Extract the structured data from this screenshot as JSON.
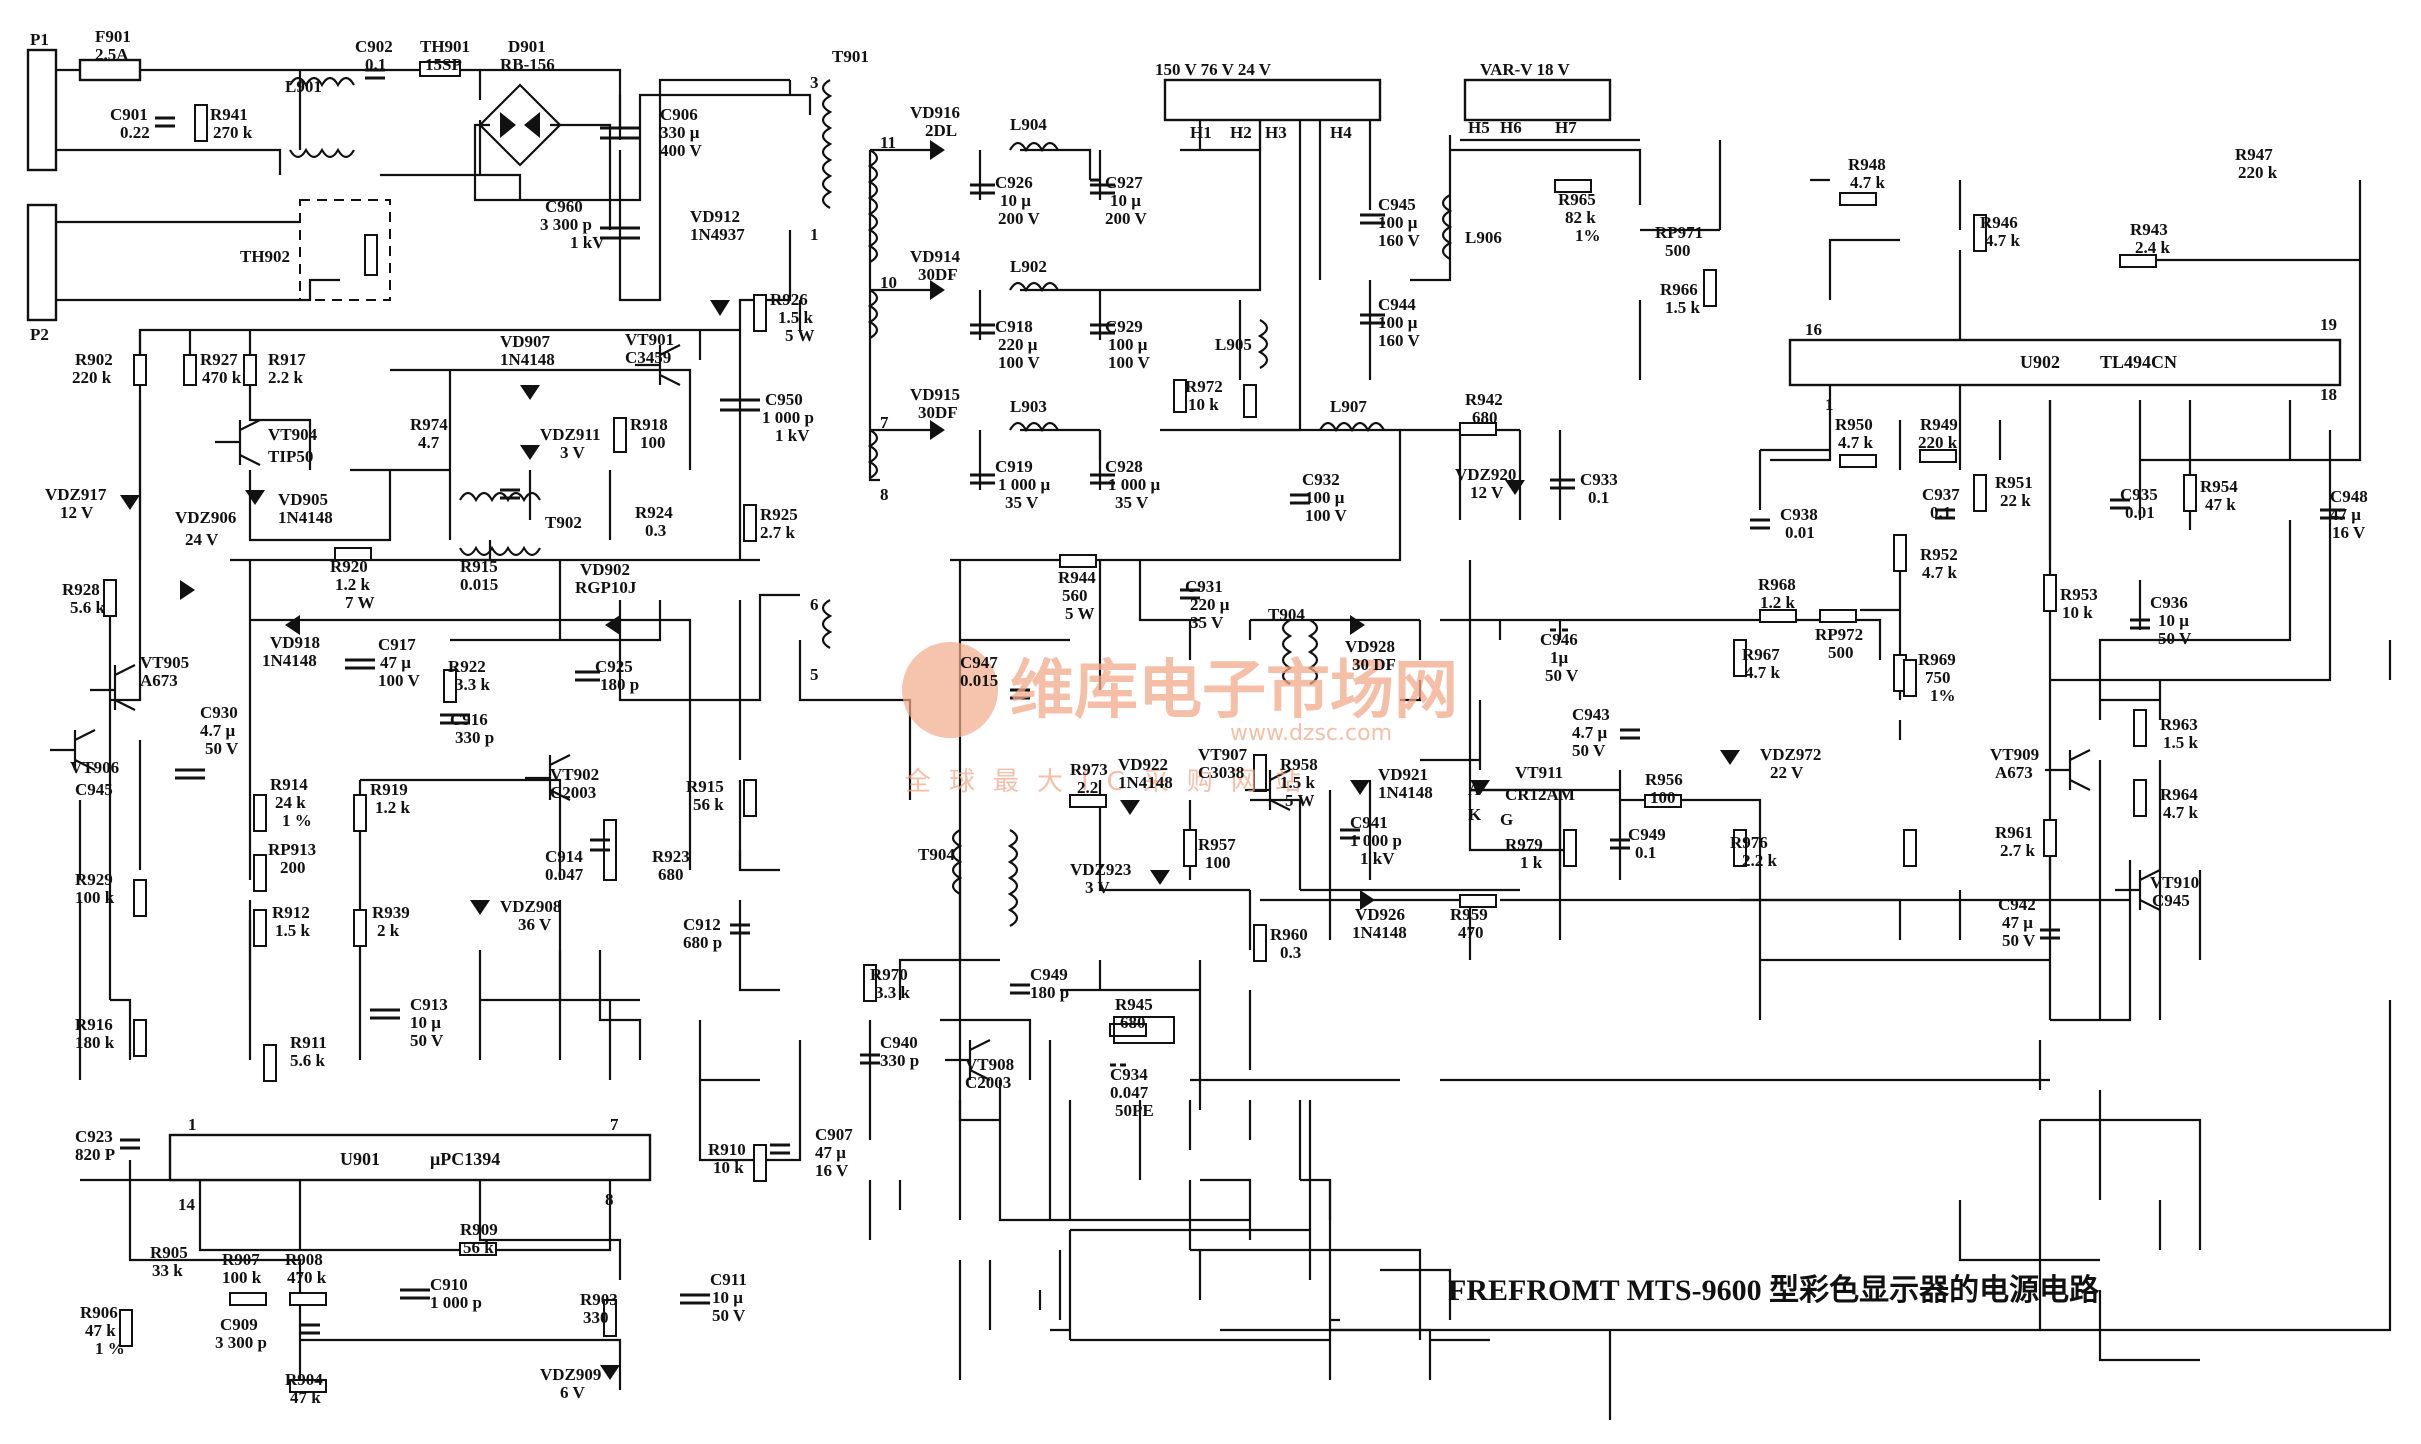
{
  "caption": "FREFROMT MTS-9600 型彩色显示器的电源电路",
  "watermark": {
    "brand": "维库电子市场网",
    "slogan": "全球最大IC采购网站",
    "url": "www.dzsc.com"
  },
  "ics": {
    "u901": {
      "ref": "U901",
      "part": "μPC1394"
    },
    "u902": {
      "ref": "U902",
      "part": "TL494CN"
    }
  },
  "connectors": {
    "p1": "P1",
    "p2": "P2",
    "top1": "150 V  76 V 24 V",
    "top2": "VAR-V  18 V",
    "h1": "H1",
    "h2": "H2",
    "h3": "H3",
    "h4": "H4",
    "h5": "H5",
    "h6": "H6",
    "h7": "H7"
  },
  "pins": {
    "t901_3": "3",
    "t901_1": "1",
    "t901_6": "6",
    "t901_5": "5",
    "t901_11": "11",
    "t901_10": "10",
    "t901_7": "7",
    "t901_8": "8",
    "u901_1": "1",
    "u901_14": "14",
    "u901_7": "7",
    "u901_8": "8",
    "u902_16": "16",
    "u902_1": "1",
    "u902_19": "19",
    "u902_18": "18",
    "scr_a": "A",
    "scr_k": "K",
    "scr_g": "G"
  },
  "labels": [
    {
      "id": "f901",
      "t": "F901"
    },
    {
      "id": "f901v",
      "t": "2.5A"
    },
    {
      "id": "c901",
      "t": "C901"
    },
    {
      "id": "c901v",
      "t": "0.22"
    },
    {
      "id": "r941",
      "t": "R941"
    },
    {
      "id": "r941v",
      "t": "270 k"
    },
    {
      "id": "l901",
      "t": "L901"
    },
    {
      "id": "c902",
      "t": "C902"
    },
    {
      "id": "c902v",
      "t": "0.1"
    },
    {
      "id": "th901",
      "t": "TH901"
    },
    {
      "id": "th901v",
      "t": "15SP"
    },
    {
      "id": "d901",
      "t": "D901"
    },
    {
      "id": "d901v",
      "t": "RB-156"
    },
    {
      "id": "t901",
      "t": "T901"
    },
    {
      "id": "c906",
      "t": "C906"
    },
    {
      "id": "c906v1",
      "t": "330 μ"
    },
    {
      "id": "c906v2",
      "t": "400 V"
    },
    {
      "id": "c960",
      "t": "C960"
    },
    {
      "id": "c960v1",
      "t": "3 300 p"
    },
    {
      "id": "c960v2",
      "t": "1 kV"
    },
    {
      "id": "th902",
      "t": "TH902"
    },
    {
      "id": "vd912",
      "t": "VD912"
    },
    {
      "id": "vd912v",
      "t": "1N4937"
    },
    {
      "id": "r926",
      "t": "R926"
    },
    {
      "id": "r926v1",
      "t": "1.5 k"
    },
    {
      "id": "r926v2",
      "t": "5 W"
    },
    {
      "id": "c950",
      "t": "C950"
    },
    {
      "id": "c950v1",
      "t": "1 000 p"
    },
    {
      "id": "c950v2",
      "t": "1 kV"
    },
    {
      "id": "r925",
      "t": "R925"
    },
    {
      "id": "r925v",
      "t": "2.7 k"
    },
    {
      "id": "r902",
      "t": "R902"
    },
    {
      "id": "r902v",
      "t": "220 k"
    },
    {
      "id": "r927",
      "t": "R927"
    },
    {
      "id": "r927v",
      "t": "470 k"
    },
    {
      "id": "r917",
      "t": "R917"
    },
    {
      "id": "r917v",
      "t": "2.2 k"
    },
    {
      "id": "vd907",
      "t": "VD907"
    },
    {
      "id": "vd907v",
      "t": "1N4148"
    },
    {
      "id": "vt901",
      "t": "VT901"
    },
    {
      "id": "vt901v",
      "t": "C3459"
    },
    {
      "id": "vt904",
      "t": "VT904"
    },
    {
      "id": "vt904v",
      "t": "TIP50"
    },
    {
      "id": "r974",
      "t": "R974"
    },
    {
      "id": "r974v",
      "t": "4.7"
    },
    {
      "id": "vdz911",
      "t": "VDZ911"
    },
    {
      "id": "vdz911v",
      "t": "3 V"
    },
    {
      "id": "r918",
      "t": "R918"
    },
    {
      "id": "r918v",
      "t": "100"
    },
    {
      "id": "vdz917",
      "t": "VDZ917"
    },
    {
      "id": "vdz917v",
      "t": "12 V"
    },
    {
      "id": "vdz906",
      "t": "VDZ906"
    },
    {
      "id": "vdz906v",
      "t": "24 V"
    },
    {
      "id": "vd905",
      "t": "VD905"
    },
    {
      "id": "vd905v",
      "t": "1N4148"
    },
    {
      "id": "r924",
      "t": "R924"
    },
    {
      "id": "r924v",
      "t": "0.3"
    },
    {
      "id": "t902",
      "t": "T902"
    },
    {
      "id": "r920",
      "t": "R920"
    },
    {
      "id": "r920v1",
      "t": "1.2 k"
    },
    {
      "id": "r920v2",
      "t": "7 W"
    },
    {
      "id": "r915",
      "t": "R915"
    },
    {
      "id": "r915v",
      "t": "0.015"
    },
    {
      "id": "vd902",
      "t": "VD902"
    },
    {
      "id": "vd902v",
      "t": "RGP10J"
    },
    {
      "id": "r928",
      "t": "R928"
    },
    {
      "id": "r928v",
      "t": "5.6 k"
    },
    {
      "id": "vd918",
      "t": "VD918"
    },
    {
      "id": "vd918v",
      "t": "1N4148"
    },
    {
      "id": "c917",
      "t": "C917"
    },
    {
      "id": "c917v1",
      "t": "47 μ"
    },
    {
      "id": "c917v2",
      "t": "100 V"
    },
    {
      "id": "r922",
      "t": "R922"
    },
    {
      "id": "r922v",
      "t": "3.3 k"
    },
    {
      "id": "c925",
      "t": "C925"
    },
    {
      "id": "c925v",
      "t": "180 p"
    },
    {
      "id": "vt905",
      "t": "VT905"
    },
    {
      "id": "vt905v",
      "t": "A673"
    },
    {
      "id": "c916",
      "t": "C916"
    },
    {
      "id": "c916v",
      "t": "330 p"
    },
    {
      "id": "c930",
      "t": "C930"
    },
    {
      "id": "c930v1",
      "t": "4.7 μ"
    },
    {
      "id": "c930v2",
      "t": "50 V"
    },
    {
      "id": "vt906",
      "t": "VT906"
    },
    {
      "id": "vt906v",
      "t": "C945"
    },
    {
      "id": "vt902",
      "t": "VT902"
    },
    {
      "id": "vt902v",
      "t": "C2003"
    },
    {
      "id": "r915b",
      "t": "R915"
    },
    {
      "id": "r915bv",
      "t": "56 k"
    },
    {
      "id": "r914",
      "t": "R914"
    },
    {
      "id": "r914v1",
      "t": "24 k"
    },
    {
      "id": "r914v2",
      "t": "1 %"
    },
    {
      "id": "r919",
      "t": "R919"
    },
    {
      "id": "r919v",
      "t": "1.2 k"
    },
    {
      "id": "rp913",
      "t": "RP913"
    },
    {
      "id": "rp913v",
      "t": "200"
    },
    {
      "id": "c914",
      "t": "C914"
    },
    {
      "id": "c914v",
      "t": "0.047"
    },
    {
      "id": "r923",
      "t": "R923"
    },
    {
      "id": "r923v",
      "t": "680"
    },
    {
      "id": "r929",
      "t": "R929"
    },
    {
      "id": "r929v",
      "t": "100 k"
    },
    {
      "id": "r912",
      "t": "R912"
    },
    {
      "id": "r912v",
      "t": "1.5 k"
    },
    {
      "id": "r939",
      "t": "R939"
    },
    {
      "id": "r939v",
      "t": "2 k"
    },
    {
      "id": "vdz908",
      "t": "VDZ908"
    },
    {
      "id": "vdz908v",
      "t": "36 V"
    },
    {
      "id": "c912",
      "t": "C912"
    },
    {
      "id": "c912v",
      "t": "680 p"
    },
    {
      "id": "r916",
      "t": "R916"
    },
    {
      "id": "r916v",
      "t": "180 k"
    },
    {
      "id": "c913",
      "t": "C913"
    },
    {
      "id": "c913v1",
      "t": "10 μ"
    },
    {
      "id": "c913v2",
      "t": "50 V"
    },
    {
      "id": "r911",
      "t": "R911"
    },
    {
      "id": "r911v",
      "t": "5.6 k"
    },
    {
      "id": "c923",
      "t": "C923"
    },
    {
      "id": "c923v",
      "t": "820 P"
    },
    {
      "id": "c907",
      "t": "C907"
    },
    {
      "id": "c907v1",
      "t": "47 μ"
    },
    {
      "id": "c907v2",
      "t": "16 V"
    },
    {
      "id": "r910",
      "t": "R910"
    },
    {
      "id": "r910v",
      "t": "10 k"
    },
    {
      "id": "r909",
      "t": "R909"
    },
    {
      "id": "r909v",
      "t": "56 k"
    },
    {
      "id": "r905",
      "t": "R905"
    },
    {
      "id": "r905v",
      "t": "33 k"
    },
    {
      "id": "r907",
      "t": "R907"
    },
    {
      "id": "r907v",
      "t": "100 k"
    },
    {
      "id": "r908",
      "t": "R908"
    },
    {
      "id": "r908v",
      "t": "470 k"
    },
    {
      "id": "c910",
      "t": "C910"
    },
    {
      "id": "c910v",
      "t": "1 000 p"
    },
    {
      "id": "c911",
      "t": "C911"
    },
    {
      "id": "c911v1",
      "t": "10 μ"
    },
    {
      "id": "c911v2",
      "t": "50 V"
    },
    {
      "id": "r906",
      "t": "R906"
    },
    {
      "id": "r906v1",
      "t": "47 k"
    },
    {
      "id": "r906v2",
      "t": "1 %"
    },
    {
      "id": "c909",
      "t": "C909"
    },
    {
      "id": "c909v",
      "t": "3 300 p"
    },
    {
      "id": "r903",
      "t": "R903"
    },
    {
      "id": "r903v",
      "t": "330"
    },
    {
      "id": "r904",
      "t": "R904"
    },
    {
      "id": "r904v",
      "t": "47 k"
    },
    {
      "id": "vdz909",
      "t": "VDZ909"
    },
    {
      "id": "vdz909v",
      "t": "6 V"
    },
    {
      "id": "vd916",
      "t": "VD916"
    },
    {
      "id": "vd916v",
      "t": "2DL"
    },
    {
      "id": "l904",
      "t": "L904"
    },
    {
      "id": "c926",
      "t": "C926"
    },
    {
      "id": "c926v1",
      "t": "10 μ"
    },
    {
      "id": "c926v2",
      "t": "200 V"
    },
    {
      "id": "c927",
      "t": "C927"
    },
    {
      "id": "c927v1",
      "t": "10 μ"
    },
    {
      "id": "c927v2",
      "t": "200 V"
    },
    {
      "id": "vd914",
      "t": "VD914"
    },
    {
      "id": "vd914v",
      "t": "30DF"
    },
    {
      "id": "l902",
      "t": "L902"
    },
    {
      "id": "c918",
      "t": "C918"
    },
    {
      "id": "c918v1",
      "t": "220 μ"
    },
    {
      "id": "c918v2",
      "t": "100 V"
    },
    {
      "id": "c929",
      "t": "C929"
    },
    {
      "id": "c929v1",
      "t": "100 μ"
    },
    {
      "id": "c929v2",
      "t": "100 V"
    },
    {
      "id": "vd915",
      "t": "VD915"
    },
    {
      "id": "vd915v",
      "t": "30DF"
    },
    {
      "id": "l903",
      "t": "L903"
    },
    {
      "id": "c919",
      "t": "C919"
    },
    {
      "id": "c919v1",
      "t": "1 000 μ"
    },
    {
      "id": "c919v2",
      "t": "35 V"
    },
    {
      "id": "c928",
      "t": "C928"
    },
    {
      "id": "c928v1",
      "t": "1 000 μ"
    },
    {
      "id": "c928v2",
      "t": "35 V"
    },
    {
      "id": "l905",
      "t": "L905"
    },
    {
      "id": "r972",
      "t": "R972"
    },
    {
      "id": "r972v",
      "t": "10 k"
    },
    {
      "id": "c945",
      "t": "C945"
    },
    {
      "id": "c945v1",
      "t": "100 μ"
    },
    {
      "id": "c945v2",
      "t": "160 V"
    },
    {
      "id": "c944",
      "t": "C944"
    },
    {
      "id": "c944v1",
      "t": "100 μ"
    },
    {
      "id": "c944v2",
      "t": "160 V"
    },
    {
      "id": "l906",
      "t": "L906"
    },
    {
      "id": "r965",
      "t": "R965"
    },
    {
      "id": "r965v1",
      "t": "82 k"
    },
    {
      "id": "r965v2",
      "t": "1%"
    },
    {
      "id": "rp971",
      "t": "RP971"
    },
    {
      "id": "rp971v",
      "t": "500"
    },
    {
      "id": "r966",
      "t": "R966"
    },
    {
      "id": "r966v",
      "t": "1.5 k"
    },
    {
      "id": "l907",
      "t": "L907"
    },
    {
      "id": "r942",
      "t": "R942"
    },
    {
      "id": "r942v",
      "t": "680"
    },
    {
      "id": "vdz920",
      "t": "VDZ920"
    },
    {
      "id": "vdz920v",
      "t": "12 V"
    },
    {
      "id": "c933",
      "t": "C933"
    },
    {
      "id": "c933v",
      "t": "0.1"
    },
    {
      "id": "c932",
      "t": "C932"
    },
    {
      "id": "c932v1",
      "t": "100 μ"
    },
    {
      "id": "c932v2",
      "t": "100 V"
    },
    {
      "id": "r948",
      "t": "R948"
    },
    {
      "id": "r948v",
      "t": "4.7 k"
    },
    {
      "id": "r947",
      "t": "R947"
    },
    {
      "id": "r947v",
      "t": "220 k"
    },
    {
      "id": "r946",
      "t": "R946"
    },
    {
      "id": "r946v",
      "t": "4.7 k"
    },
    {
      "id": "r943",
      "t": "R943"
    },
    {
      "id": "r943v",
      "t": "2.4 k"
    },
    {
      "id": "r950",
      "t": "R950"
    },
    {
      "id": "r950v",
      "t": "4.7 k"
    },
    {
      "id": "r949",
      "t": "R949"
    },
    {
      "id": "r949v",
      "t": "220 k"
    },
    {
      "id": "c937",
      "t": "C937"
    },
    {
      "id": "c937v",
      "t": "0.1"
    },
    {
      "id": "r951",
      "t": "R951"
    },
    {
      "id": "r951v",
      "t": "22 k"
    },
    {
      "id": "c935",
      "t": "C935"
    },
    {
      "id": "c935v",
      "t": "0.01"
    },
    {
      "id": "r954",
      "t": "R954"
    },
    {
      "id": "r954v",
      "t": "47 k"
    },
    {
      "id": "c948",
      "t": "C948"
    },
    {
      "id": "c948v1",
      "t": "47 μ"
    },
    {
      "id": "c948v2",
      "t": "16 V"
    },
    {
      "id": "c938",
      "t": "C938"
    },
    {
      "id": "c938v",
      "t": "0.01"
    },
    {
      "id": "r952",
      "t": "R952"
    },
    {
      "id": "r952v",
      "t": "4.7 k"
    },
    {
      "id": "r944",
      "t": "R944"
    },
    {
      "id": "r944v1",
      "t": "560"
    },
    {
      "id": "r944v2",
      "t": "5 W"
    },
    {
      "id": "c931",
      "t": "C931"
    },
    {
      "id": "c931v1",
      "t": "220 μ"
    },
    {
      "id": "c931v2",
      "t": "35 V"
    },
    {
      "id": "r968",
      "t": "R968"
    },
    {
      "id": "r968v",
      "t": "1.2 k"
    },
    {
      "id": "r953",
      "t": "R953"
    },
    {
      "id": "r953v",
      "t": "10 k"
    },
    {
      "id": "c936",
      "t": "C936"
    },
    {
      "id": "c936v1",
      "t": "10 μ"
    },
    {
      "id": "c936v2",
      "t": "50 V"
    },
    {
      "id": "c947",
      "t": "C947"
    },
    {
      "id": "c947v",
      "t": "0.015"
    },
    {
      "id": "t904",
      "t": "T904"
    },
    {
      "id": "vd928",
      "t": "VD928"
    },
    {
      "id": "vd928v",
      "t": "30 DF"
    },
    {
      "id": "c946",
      "t": "C946"
    },
    {
      "id": "c946v1",
      "t": "1μ"
    },
    {
      "id": "c946v2",
      "t": "50 V"
    },
    {
      "id": "r967",
      "t": "R967"
    },
    {
      "id": "r967v",
      "t": "4.7 k"
    },
    {
      "id": "rp972",
      "t": "RP972"
    },
    {
      "id": "rp972v",
      "t": "500"
    },
    {
      "id": "r969",
      "t": "R969"
    },
    {
      "id": "r969v1",
      "t": "750"
    },
    {
      "id": "r969v2",
      "t": "1%"
    },
    {
      "id": "c943",
      "t": "C943"
    },
    {
      "id": "c943v1",
      "t": "4.7 μ"
    },
    {
      "id": "c943v2",
      "t": "50 V"
    },
    {
      "id": "vdz972",
      "t": "VDZ972"
    },
    {
      "id": "vdz972v",
      "t": "22 V"
    },
    {
      "id": "vt907",
      "t": "VT907"
    },
    {
      "id": "vt907v",
      "t": "C3038"
    },
    {
      "id": "r973",
      "t": "R973"
    },
    {
      "id": "r973v",
      "t": "2.2"
    },
    {
      "id": "vd922",
      "t": "VD922"
    },
    {
      "id": "vd922v",
      "t": "1N4148"
    },
    {
      "id": "r958",
      "t": "R958"
    },
    {
      "id": "r958v1",
      "t": "1.5 k"
    },
    {
      "id": "r958v2",
      "t": "5 W"
    },
    {
      "id": "vd921",
      "t": "VD921"
    },
    {
      "id": "vd921v",
      "t": "1N4148"
    },
    {
      "id": "vt911",
      "t": "VT911"
    },
    {
      "id": "vt911v",
      "t": "CR12AM"
    },
    {
      "id": "r956",
      "t": "R956"
    },
    {
      "id": "r956v",
      "t": "100"
    },
    {
      "id": "vt909",
      "t": "VT909"
    },
    {
      "id": "vt909v",
      "t": "A673"
    },
    {
      "id": "r963",
      "t": "R963"
    },
    {
      "id": "r963v",
      "t": "1.5 k"
    },
    {
      "id": "r964",
      "t": "R964"
    },
    {
      "id": "r964v",
      "t": "4.7 k"
    },
    {
      "id": "c941",
      "t": "C941"
    },
    {
      "id": "c941v1",
      "t": "1 000 p"
    },
    {
      "id": "c941v2",
      "t": "1 kV"
    },
    {
      "id": "r979",
      "t": "R979"
    },
    {
      "id": "r979v",
      "t": "1 k"
    },
    {
      "id": "c949b",
      "t": "C949"
    },
    {
      "id": "c949bv",
      "t": "0.1"
    },
    {
      "id": "r976",
      "t": "R976"
    },
    {
      "id": "r976v",
      "t": "2.2 k"
    },
    {
      "id": "r961",
      "t": "R961"
    },
    {
      "id": "r961v",
      "t": "2.7 k"
    },
    {
      "id": "t904b",
      "t": "T904"
    },
    {
      "id": "vdz923",
      "t": "VDZ923"
    },
    {
      "id": "vdz923v",
      "t": "3 V"
    },
    {
      "id": "r957",
      "t": "R957"
    },
    {
      "id": "r957v",
      "t": "100"
    },
    {
      "id": "vt910",
      "t": "VT910"
    },
    {
      "id": "vt910v",
      "t": "C945"
    },
    {
      "id": "vd926",
      "t": "VD926"
    },
    {
      "id": "vd926v",
      "t": "1N4148"
    },
    {
      "id": "r959",
      "t": "R959"
    },
    {
      "id": "r959v",
      "t": "470"
    },
    {
      "id": "c942",
      "t": "C942"
    },
    {
      "id": "c942v1",
      "t": "47 μ"
    },
    {
      "id": "c942v2",
      "t": "50 V"
    },
    {
      "id": "r960",
      "t": "R960"
    },
    {
      "id": "r960v",
      "t": "0.3"
    },
    {
      "id": "r970",
      "t": "R970"
    },
    {
      "id": "r970v",
      "t": "3.3 k"
    },
    {
      "id": "c949",
      "t": "C949"
    },
    {
      "id": "c949v",
      "t": "180 p"
    },
    {
      "id": "r945",
      "t": "R945"
    },
    {
      "id": "r945v",
      "t": "680"
    },
    {
      "id": "c940",
      "t": "C940"
    },
    {
      "id": "c940v",
      "t": "330 p"
    },
    {
      "id": "c934",
      "t": "C934"
    },
    {
      "id": "c934v1",
      "t": "0.047"
    },
    {
      "id": "c934v2",
      "t": "50PE"
    },
    {
      "id": "vt908",
      "t": "VT908"
    },
    {
      "id": "vt908v",
      "t": "C2003"
    }
  ]
}
